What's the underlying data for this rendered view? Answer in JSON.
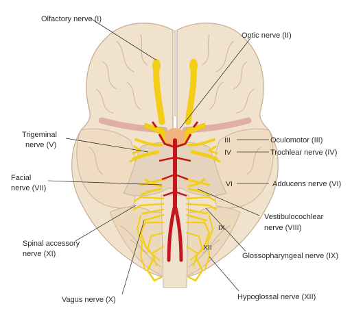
{
  "labels": {
    "olfactory": "Olfactory nerve (I)",
    "optic": "Optic nerve (II)",
    "trigeminal_1": "Trigeminal",
    "trigeminal_2": "nerve (V)",
    "oculomotor": "Oculomotor (III)",
    "trochlear": "Trochlear nerve (IV)",
    "facial_1": "Facial",
    "facial_2": "nerve (VII)",
    "adducens": "Adducens nerve (VI)",
    "vestibulocochlear_1": "Vestibulocochlear",
    "vestibulocochlear_2": "nerve (VIII)",
    "spinal_accessory_1": "Spinal accessory",
    "spinal_accessory_2": "nerve (XI)",
    "glossopharyngeal": "Glossopharyngeal nerve (IX)",
    "vagus": "Vagus nerve (X)",
    "hypoglossal": "Hypoglossal nerve (XII)"
  },
  "roman": {
    "iii": "III",
    "iv": "IV",
    "vi": "VI",
    "ix": "IX",
    "xii": "XII"
  },
  "colors": {
    "brain": "#f1e2cd",
    "brain_outline": "#c3ab8e",
    "nerve": "#f2cf16",
    "artery": "#c4161c",
    "brainstem": "#e6d3bd",
    "optic_chiasm": "#f2b27e",
    "leader": "#333333"
  }
}
